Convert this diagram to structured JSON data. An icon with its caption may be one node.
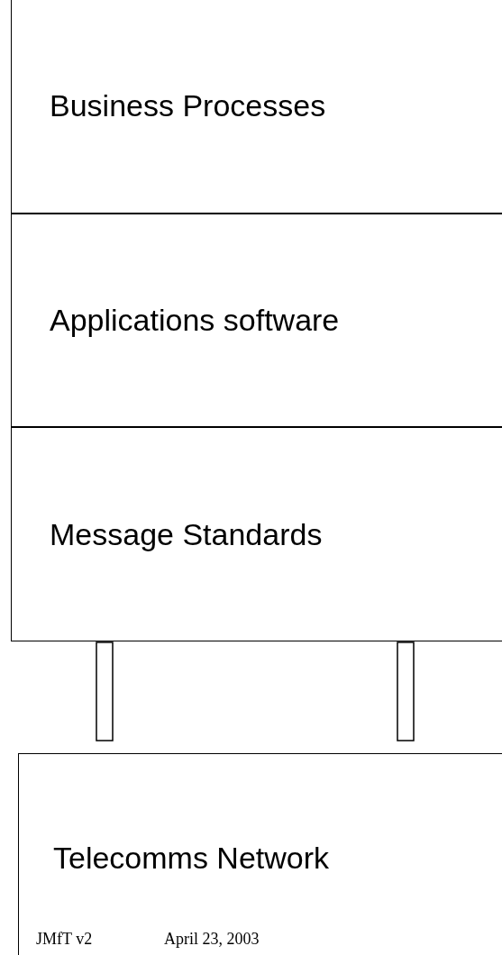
{
  "diagram": {
    "nodes": [
      {
        "text": [
          "Business Processes"
        ]
      },
      {
        "text": [
          "Applications software"
        ]
      },
      {
        "text": [
          "Message Standards"
        ]
      },
      {
        "text": [
          "Telecomms Network"
        ]
      }
    ],
    "edges": [
      {
        "from": 2,
        "to": 3,
        "arrow": "none"
      },
      {
        "from": 2,
        "to": 3,
        "arrow": "none"
      }
    ],
    "labels": [
      "JMfT v2",
      "April 23, 2003"
    ]
  }
}
